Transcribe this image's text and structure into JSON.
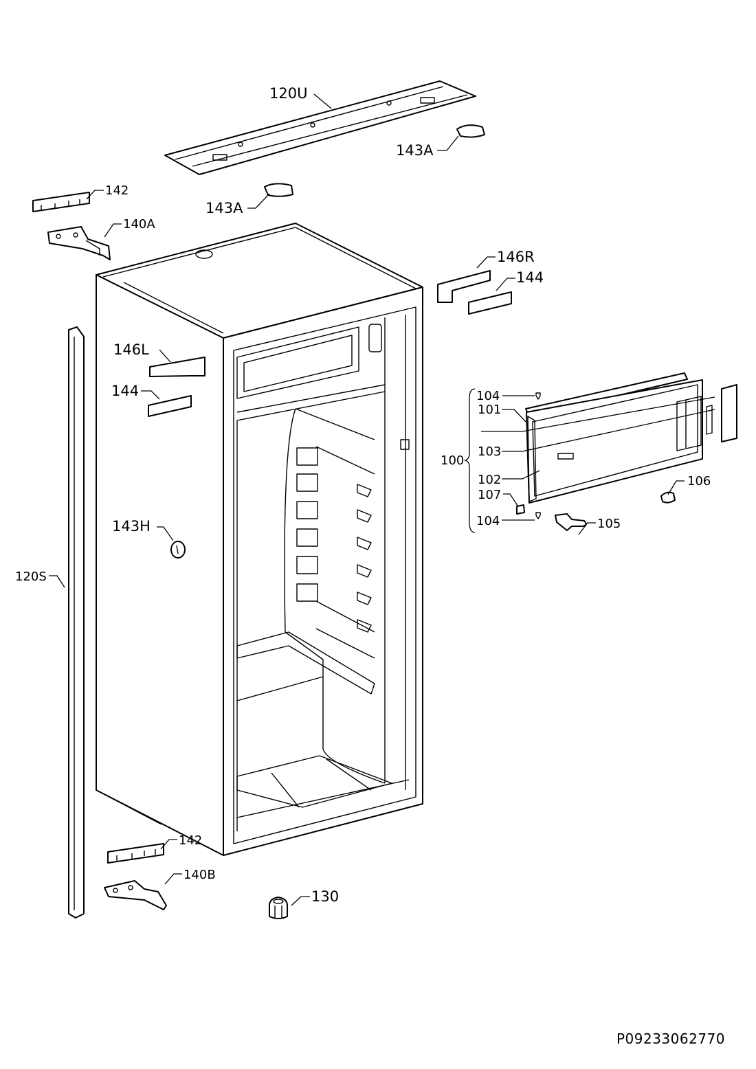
{
  "diagram": {
    "drawing_number": "P09233062770",
    "callouts": {
      "c120U": "120U",
      "c143A_right": "143A",
      "c143A_left": "143A",
      "c142_top": "142",
      "c140A": "140A",
      "c146R": "146R",
      "c144_right": "144",
      "c146L": "146L",
      "c144_left": "144",
      "c104_top": "104",
      "c101": "101",
      "c100": "100",
      "c103": "103",
      "c102": "102",
      "c106": "106",
      "c107": "107",
      "c104_bottom": "104",
      "c105": "105",
      "c143H": "143H",
      "c120S": "120S",
      "c142_bottom": "142",
      "c140B": "140B",
      "c130": "130"
    }
  }
}
